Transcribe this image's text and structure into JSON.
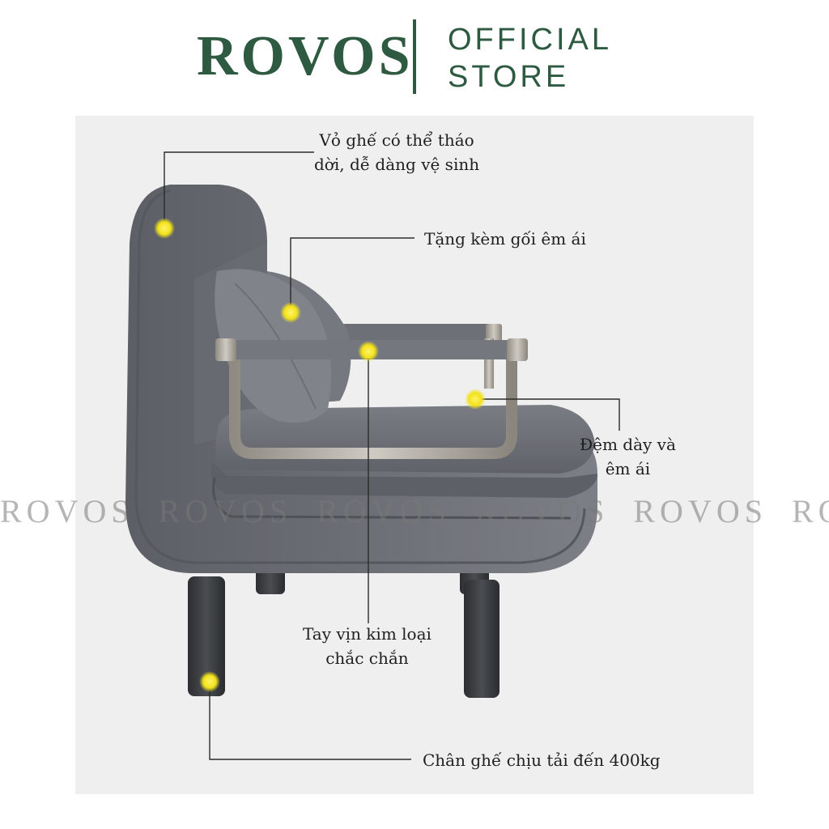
{
  "header": {
    "brand": "ROVOS",
    "store_line1": "OFFICIAL",
    "store_line2": "STORE"
  },
  "callouts": {
    "cover": {
      "line1": "Vỏ ghế có thể tháo",
      "line2": "dời, dễ dàng vệ sinh"
    },
    "pillow": {
      "line1": "Tặng kèm gối êm ái"
    },
    "cushion": {
      "line1": "Đệm dày và",
      "line2": "êm ái"
    },
    "armrest": {
      "line1": "Tay vịn kim loại",
      "line2": "chắc chắn"
    },
    "legs": {
      "line1": "Chân ghế chịu tải đến 400kg"
    }
  },
  "watermark": [
    "ROVOS",
    "ROVOS",
    "ROVOS",
    "ROVOS",
    "ROVOS",
    "ROVOS"
  ],
  "colors": {
    "brand": "#2e5a42",
    "highlight": "#f2e21a",
    "fabric": "#6e7177"
  }
}
